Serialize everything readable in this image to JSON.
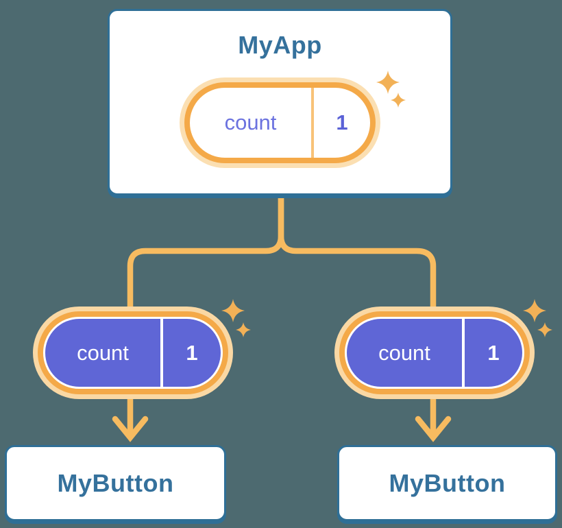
{
  "diagram": {
    "description": "Component tree sharing state: parent passes count state down to two child buttons",
    "root": {
      "title": "MyApp",
      "state": {
        "label": "count",
        "value": "1"
      }
    },
    "children": [
      {
        "title": "MyButton",
        "state": {
          "label": "count",
          "value": "1"
        }
      },
      {
        "title": "MyButton",
        "state": {
          "label": "count",
          "value": "1"
        }
      }
    ]
  },
  "icons": {
    "sparkle": "✦ four-point sparkle (state highlight)",
    "arrow": "↓ downward arrow (props passed to child)"
  },
  "colors": {
    "background": "#4D6A70",
    "card_fill": "#FFFFFF",
    "card_border": "#2F6F96",
    "card_title": "#35719C",
    "connector_orange": "#F7BB60",
    "pill_ring": "#F4A948",
    "pill_glow": "#FBDCAC",
    "state_fill_purple": "#5F66D6",
    "root_state_text": "#6B72DF",
    "sparkle": "#F2B157"
  }
}
